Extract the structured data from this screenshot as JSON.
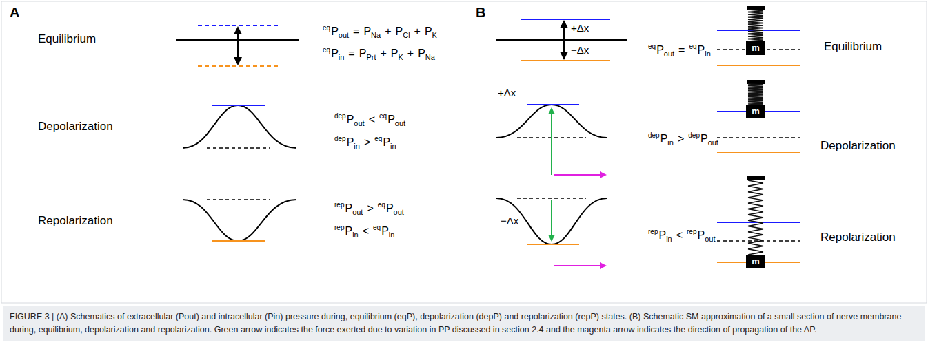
{
  "diagram": {
    "caption": "FIGURE 3 | (A) Schematics of extracellular (Pout) and intracellular (Pin) pressure during, equilibrium (eqP), depolarization (depP) and repolarization (repP) states. (B) Schematic SM approximation of a small section of nerve membrane during, equilibrium, depolarization and repolarization. Green arrow indicates the force exerted due to variation in PP discussed in section 2.4 and the magenta arrow indicates the direction of propagation of the AP.",
    "labels": [
      "A",
      "Equilibrium",
      "Depolarization",
      "Repolarization",
      "eq",
      "P",
      "out",
      "=",
      "P",
      "Na",
      "+",
      "P",
      "Cl",
      "+",
      "P",
      "K",
      "eq",
      "P",
      "in",
      "=",
      "P",
      "Prt",
      "+",
      "P",
      "K",
      "+",
      "P",
      "Na",
      "dep",
      "P",
      "out",
      "<",
      "eq",
      "P",
      "out",
      "dep",
      "P",
      "in",
      ">",
      "eq",
      "P",
      "in",
      "rep",
      "P",
      "out",
      ">",
      "eq",
      "P",
      "out",
      "rep",
      "P",
      "in",
      "<",
      "eq",
      "P",
      "in",
      "B",
      "+Δx",
      "−Δx",
      "eq",
      "P",
      "out",
      "=",
      "eq",
      "P",
      "in",
      "m",
      "Equilibrium",
      "+Δx",
      "dep",
      "P",
      "in",
      ">",
      "dep",
      "P",
      "out",
      "m",
      "Depolarization",
      "−Δx",
      "rep",
      "P",
      "in",
      "<",
      "rep",
      "P",
      "out",
      "m",
      "Repolarization"
    ]
  }
}
